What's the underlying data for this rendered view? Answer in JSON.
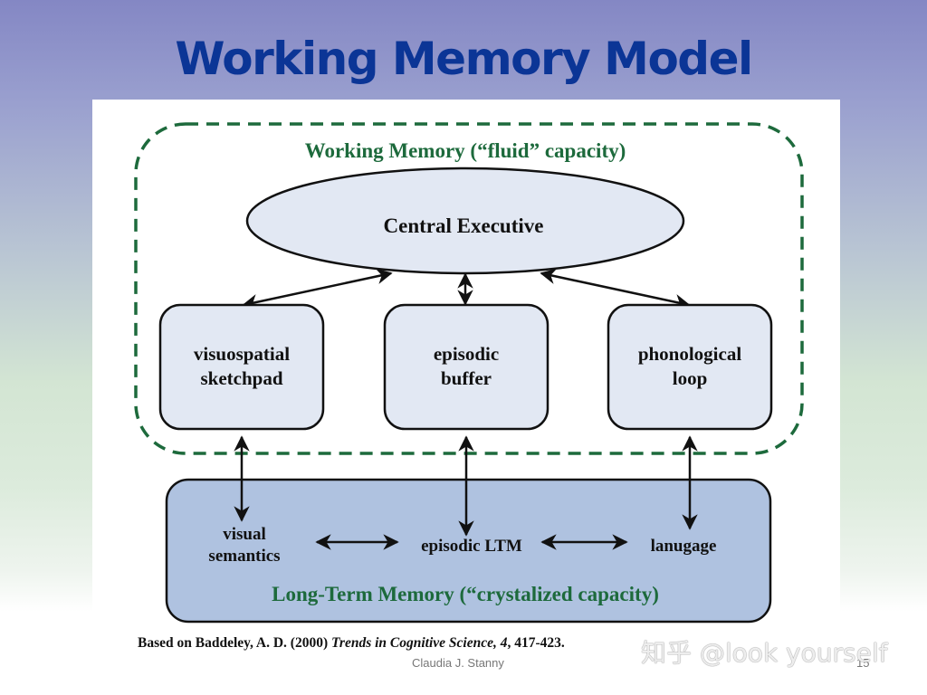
{
  "slide": {
    "title": "Working Memory Model",
    "author": "Claudia J. Stanny",
    "page_number": "15",
    "citation": {
      "prefix": "Based on Baddeley, A. D. (2000) ",
      "journal_italic": "Trends in Cognitive Science, 4",
      "suffix": ", 417-423."
    },
    "watermark": "知乎 @look yourself"
  },
  "colors": {
    "title": "#0b3596",
    "working_memory_border": "#1d6a3c",
    "working_memory_label": "#1d6a3c",
    "component_fill": "#e2e8f3",
    "ltm_fill": "#afc2e0",
    "ltm_label": "#1d6a3c"
  },
  "diagram": {
    "working_memory_label": "Working Memory (“fluid” capacity)",
    "central_executive": "Central Executive",
    "components": [
      {
        "id": "visuospatial",
        "line1": "visuospatial",
        "line2": "sketchpad"
      },
      {
        "id": "episodic",
        "line1": "episodic",
        "line2": "buffer"
      },
      {
        "id": "phonological",
        "line1": "phonological",
        "line2": "loop"
      }
    ],
    "long_term_memory": {
      "label": "Long-Term Memory (“crystalized capacity)",
      "items": [
        {
          "id": "visual-semantics",
          "line1": "visual",
          "line2": "semantics"
        },
        {
          "id": "episodic-ltm",
          "line1": "episodic LTM",
          "line2": ""
        },
        {
          "id": "language",
          "line1": "lanugage",
          "line2": ""
        }
      ]
    }
  }
}
